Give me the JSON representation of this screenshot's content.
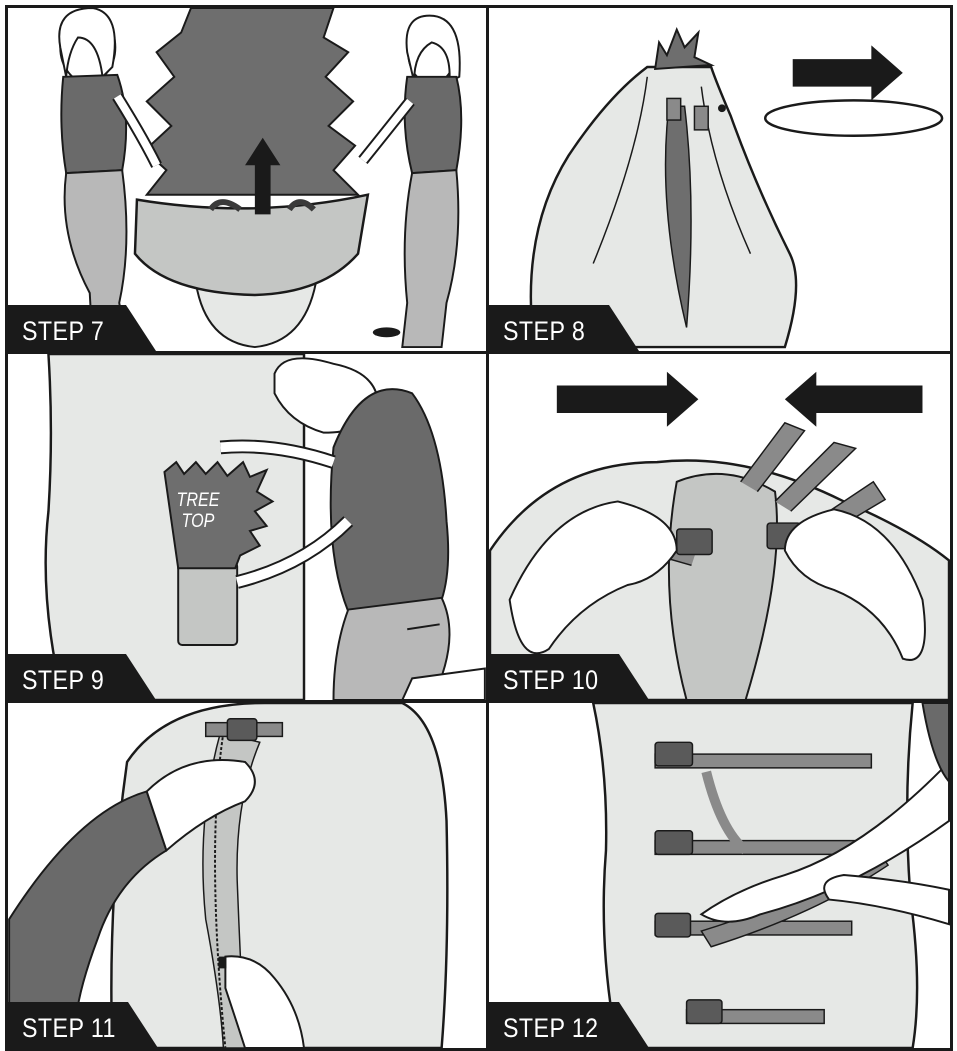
{
  "figure": {
    "panels": [
      {
        "step_label": "STEP 7"
      },
      {
        "step_label": "STEP 8"
      },
      {
        "step_label": "STEP 9",
        "annotation": [
          "TREE",
          "TOP"
        ]
      },
      {
        "step_label": "STEP 10"
      },
      {
        "step_label": "STEP 11"
      },
      {
        "step_label": "STEP 12"
      }
    ]
  },
  "colors": {
    "border": "#1a1a1a",
    "bag_fill": "#e6e8e6",
    "tree_fill": "#6e6e6e",
    "strap_fill": "#8a8a8a",
    "skin_fill": "#ffffff",
    "shirt_fill": "#6a6a6a",
    "pants_fill": "#b8b8b8",
    "arrow_fill": "#1a1a1a"
  }
}
